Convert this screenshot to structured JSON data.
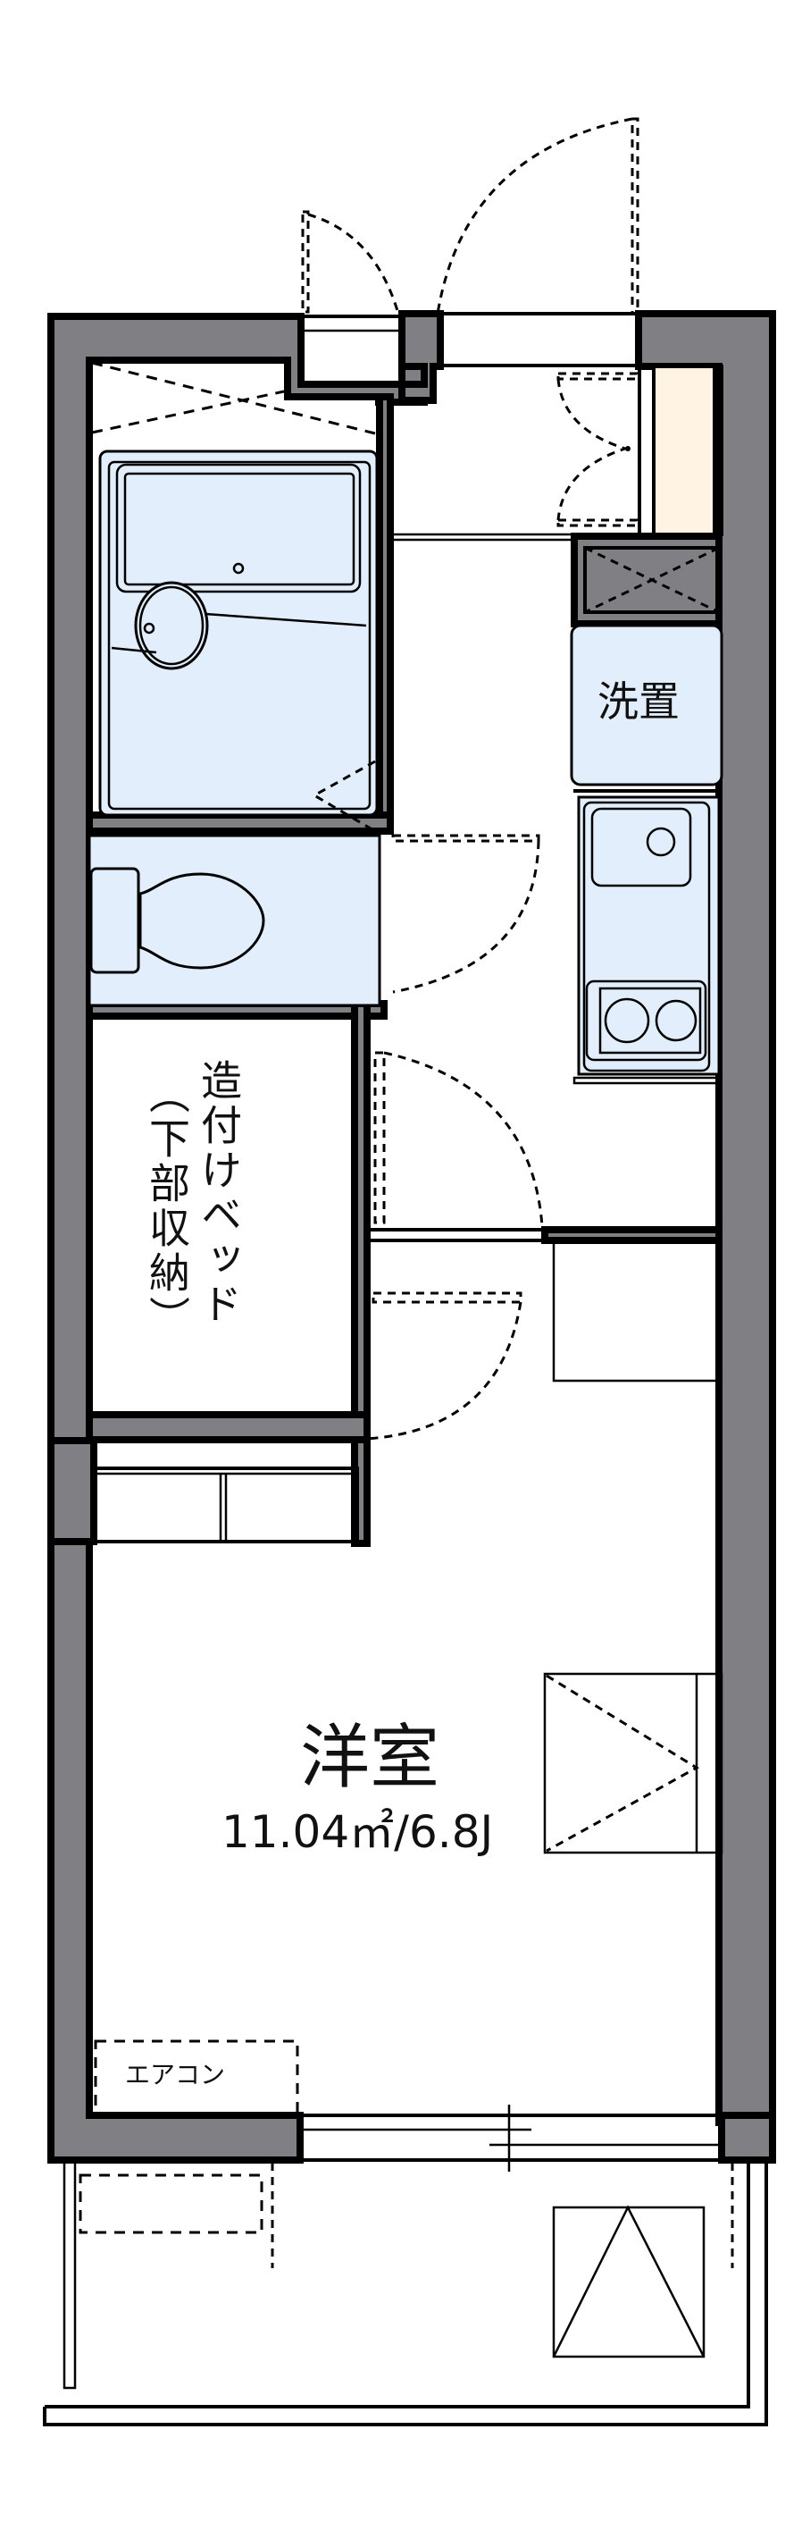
{
  "floorplan": {
    "colors": {
      "wall": "#808084",
      "fixture": "#e3eefc",
      "shoe_cabinet": "#fff4e3",
      "line": "#000000",
      "background": "#ffffff"
    },
    "rooms": {
      "washer": {
        "label": "洗置"
      },
      "bed": {
        "label_main": "造付けベッド",
        "label_sub": "（下部収納）"
      },
      "western_room": {
        "label": "洋室",
        "area": "11.04㎡/6.8J"
      },
      "aircon": {
        "label": "エアコン"
      }
    }
  }
}
